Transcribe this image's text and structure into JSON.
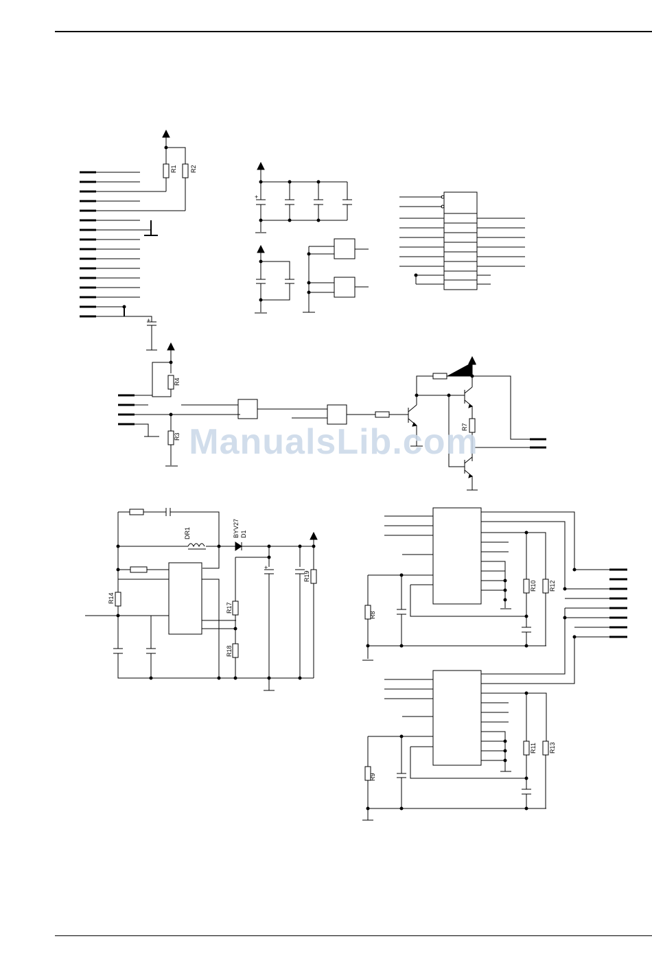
{
  "watermark": "ManualsLib.com",
  "labels": {
    "r1": "R1",
    "r2": "R2",
    "r3": "R3",
    "r4": "R4",
    "r7": "R7",
    "r8": "R8",
    "r9": "R9",
    "r10": "R10",
    "r11": "R11",
    "r12": "R12",
    "r13": "R13",
    "r14": "R14",
    "r17": "R17",
    "r18": "R18",
    "r19": "R19",
    "dr1": "DR1",
    "d1": "D1",
    "byv27": "BYV27",
    "plus": "+"
  }
}
